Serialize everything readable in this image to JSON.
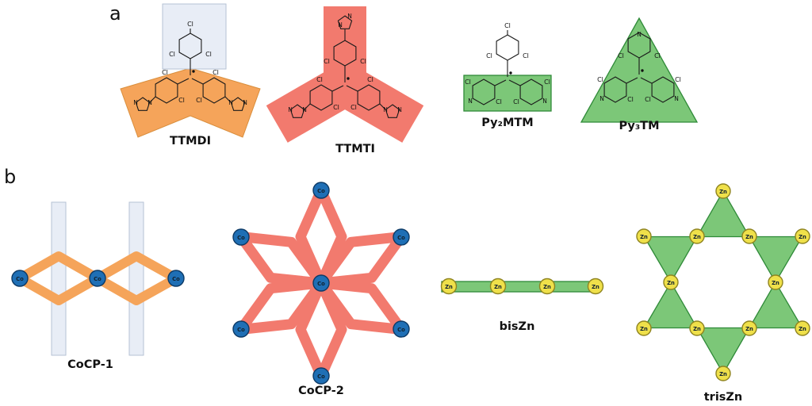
{
  "panels": {
    "a": "a",
    "b": "b"
  },
  "atoms": {
    "cl": "Cl",
    "n": "N",
    "co": "Co",
    "zn": "Zn"
  },
  "molecules": {
    "ttmdi": {
      "label": "TTMDI"
    },
    "ttmti": {
      "label": "TTMTI"
    },
    "py2mtm": {
      "label": "Py₂MTM"
    },
    "py3tm": {
      "label": "Py₃TM"
    }
  },
  "assemblies": {
    "cocp1": {
      "label": "CoCP-1",
      "node": "Co"
    },
    "cocp2": {
      "label": "CoCP-2",
      "node": "Co"
    },
    "biszn": {
      "label": "bisZn",
      "node": "Zn"
    },
    "triszn": {
      "label": "trisZn",
      "node": "Zn"
    }
  },
  "colors": {
    "orange": "#F5A45A",
    "salmon": "#F27A6E",
    "green": "#7CC778",
    "panel_blue": "#E8EDF6",
    "cobalt_node": "#1F6FB5",
    "zinc_node": "#EFE04A"
  }
}
